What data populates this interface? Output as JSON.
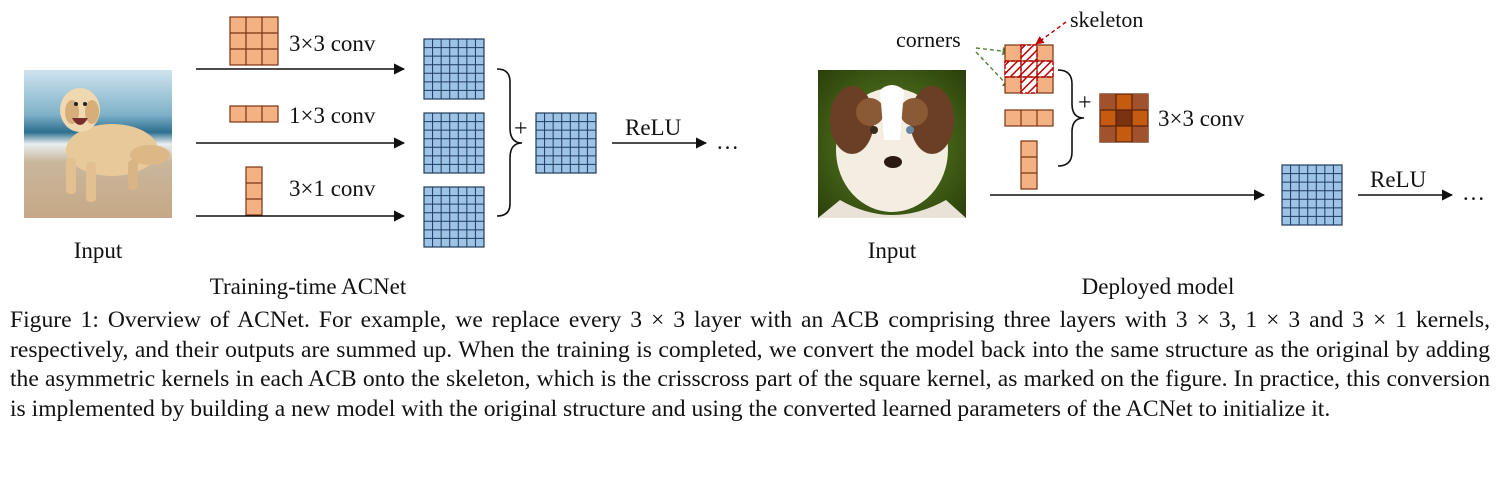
{
  "figure": {
    "left_panel": {
      "input_label": "Input",
      "branches": [
        {
          "label": "3×3 conv",
          "kernel": "3x3"
        },
        {
          "label": "1×3 conv",
          "kernel": "1x3"
        },
        {
          "label": "3×1 conv",
          "kernel": "3x1"
        }
      ],
      "plus": "+",
      "relu": "ReLU",
      "ellipsis": "…",
      "title": "Training-time ACNet",
      "photo": "golden-retriever-running-on-beach"
    },
    "right_panel": {
      "input_label": "Input",
      "corners_label": "corners",
      "skeleton_label": "skeleton",
      "plus": "+",
      "conv_label": "3×3 conv",
      "relu": "ReLU",
      "ellipsis": "…",
      "title": "Deployed model",
      "photo": "australian-shepherd-head-portrait"
    },
    "colors": {
      "kernel_orange": "#f4b183",
      "kernel_dark": "#a0522d",
      "kernel_darkest": "#7a3310",
      "kernel_mid": "#c55a11",
      "feature_blue": "#9dc3e6",
      "skeleton_red": "#c00000",
      "corners_green": "#548235"
    }
  },
  "caption": {
    "text": "Figure 1: Overview of ACNet. For example, we replace every 3 × 3 layer with an ACB comprising three layers with 3 × 3, 1 × 3 and 3 × 1 kernels, respectively, and their outputs are summed up. When the training is completed, we convert the model back into the same structure as the original by adding the asymmetric kernels in each ACB onto the skeleton, which is the crisscross part of the square kernel, as marked on the figure. In practice, this conversion is implemented by building a new model with the original structure and using the converted learned parameters of the ACNet to initialize it."
  }
}
